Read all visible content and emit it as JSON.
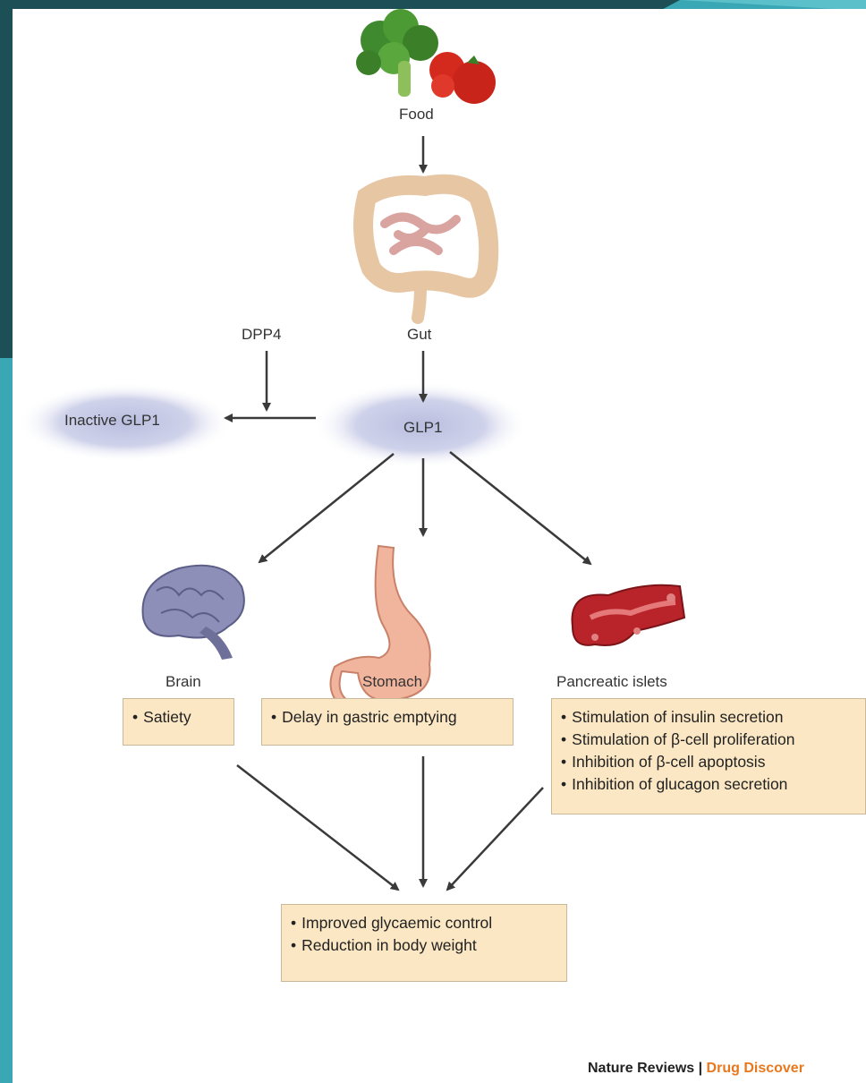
{
  "nodes": {
    "food": "Food",
    "gut": "Gut",
    "dpp4": "DPP4",
    "glp1": "GLP1",
    "inactive_glp1": "Inactive GLP1",
    "brain": "Brain",
    "stomach": "Stomach",
    "pancreatic_islets": "Pancreatic islets"
  },
  "effects": {
    "brain": [
      "Satiety"
    ],
    "stomach": [
      "Delay in gastric emptying"
    ],
    "pancreas": [
      "Stimulation of insulin secretion",
      "Stimulation of β-cell proliferation",
      "Inhibition of β-cell apoptosis",
      "Inhibition of glucagon secretion"
    ],
    "outcome": [
      "Improved glycaemic control",
      "Reduction in body weight"
    ]
  },
  "footer": {
    "journal": "Nature Reviews",
    "separator": " | ",
    "section": "Drug Discover"
  },
  "colors": {
    "frame_teal": "#3aa8b4",
    "frame_dark": "#1d4f57",
    "box_fill": "#fbe7c4",
    "footer_orange": "#e8781e"
  },
  "icons": [
    "broccoli-tomato-icon",
    "intestine-icon",
    "brain-icon",
    "stomach-icon",
    "pancreas-icon"
  ]
}
